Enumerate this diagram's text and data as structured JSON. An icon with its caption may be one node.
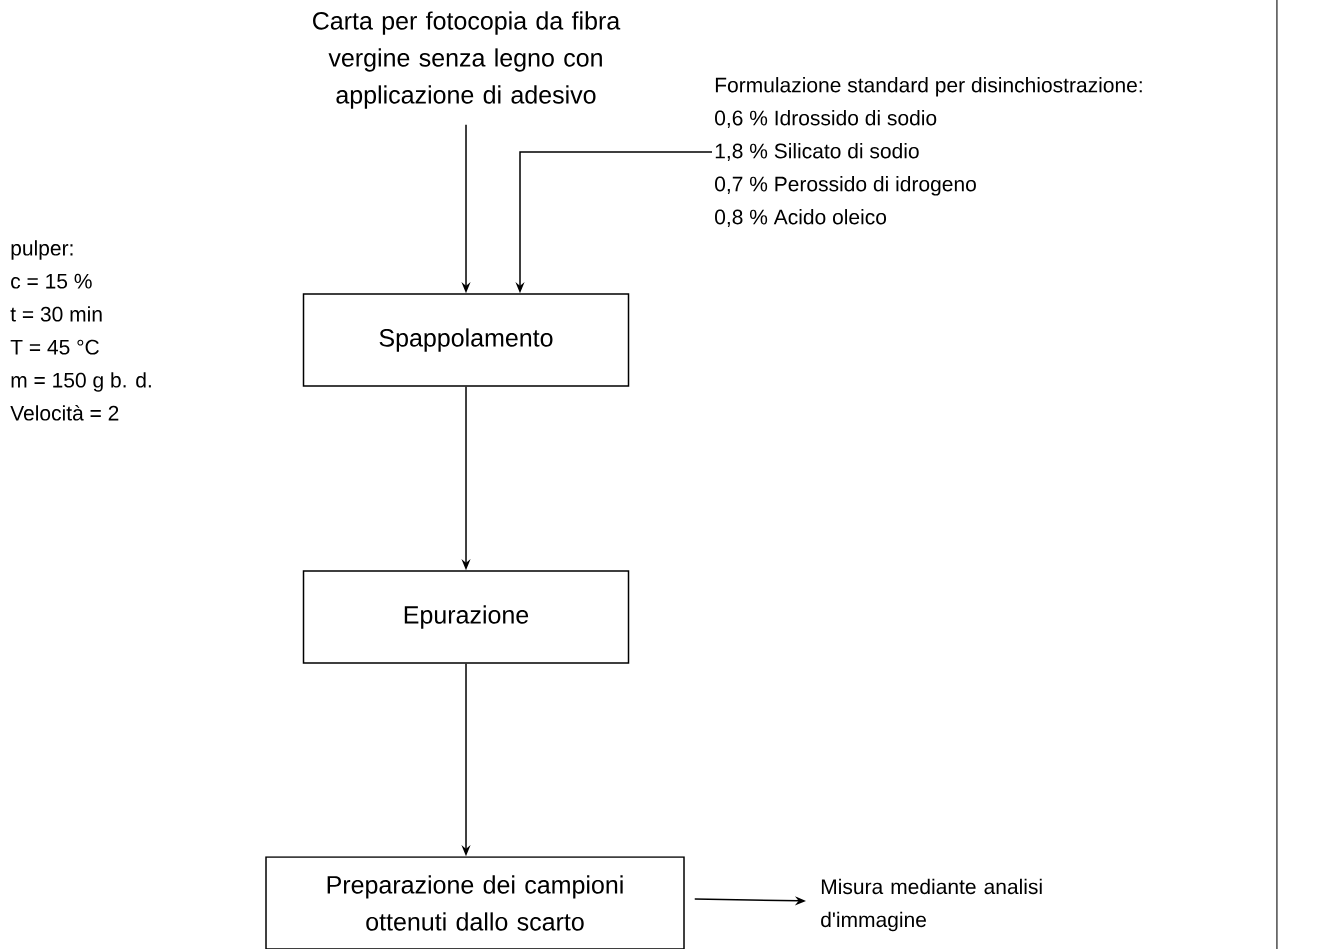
{
  "diagram": {
    "nodes": [
      {
        "text": [
          "Carta per fotocopia da fibra vergine senza legno con applicazione di adesivo"
        ]
      },
      {
        "text": [
          "Formulazione  standard per disinchiostrazione:",
          "0,6 % Idrossido di sodio",
          "1,8 % Silicato di sodio",
          "0,7 % Perossido di idrogeno",
          "0,8 % Acido oleico"
        ]
      },
      {
        "text": [
          "Spappolamento"
        ]
      },
      {
        "text": [
          "Epurazione"
        ]
      },
      {
        "text": [
          "Preparazione dei campioni ottenuti dallo scarto"
        ]
      },
      {
        "text": [
          "Misura mediante analisi d'immagine"
        ]
      }
    ],
    "edges": [
      {
        "from": 0,
        "to": 2,
        "arrow": "to"
      },
      {
        "from": 1,
        "to": 2,
        "arrow": "to"
      },
      {
        "from": 2,
        "to": 3,
        "arrow": "to"
      },
      {
        "from": 3,
        "to": 4,
        "arrow": "to"
      },
      {
        "from": 4,
        "to": 5,
        "arrow": "to"
      }
    ],
    "labels": [
      "pulper:",
      "c = 15 %",
      "t = 30 min",
      "T = 45 °C",
      "m = 150 g b. d.",
      "Velocità = 2"
    ]
  }
}
